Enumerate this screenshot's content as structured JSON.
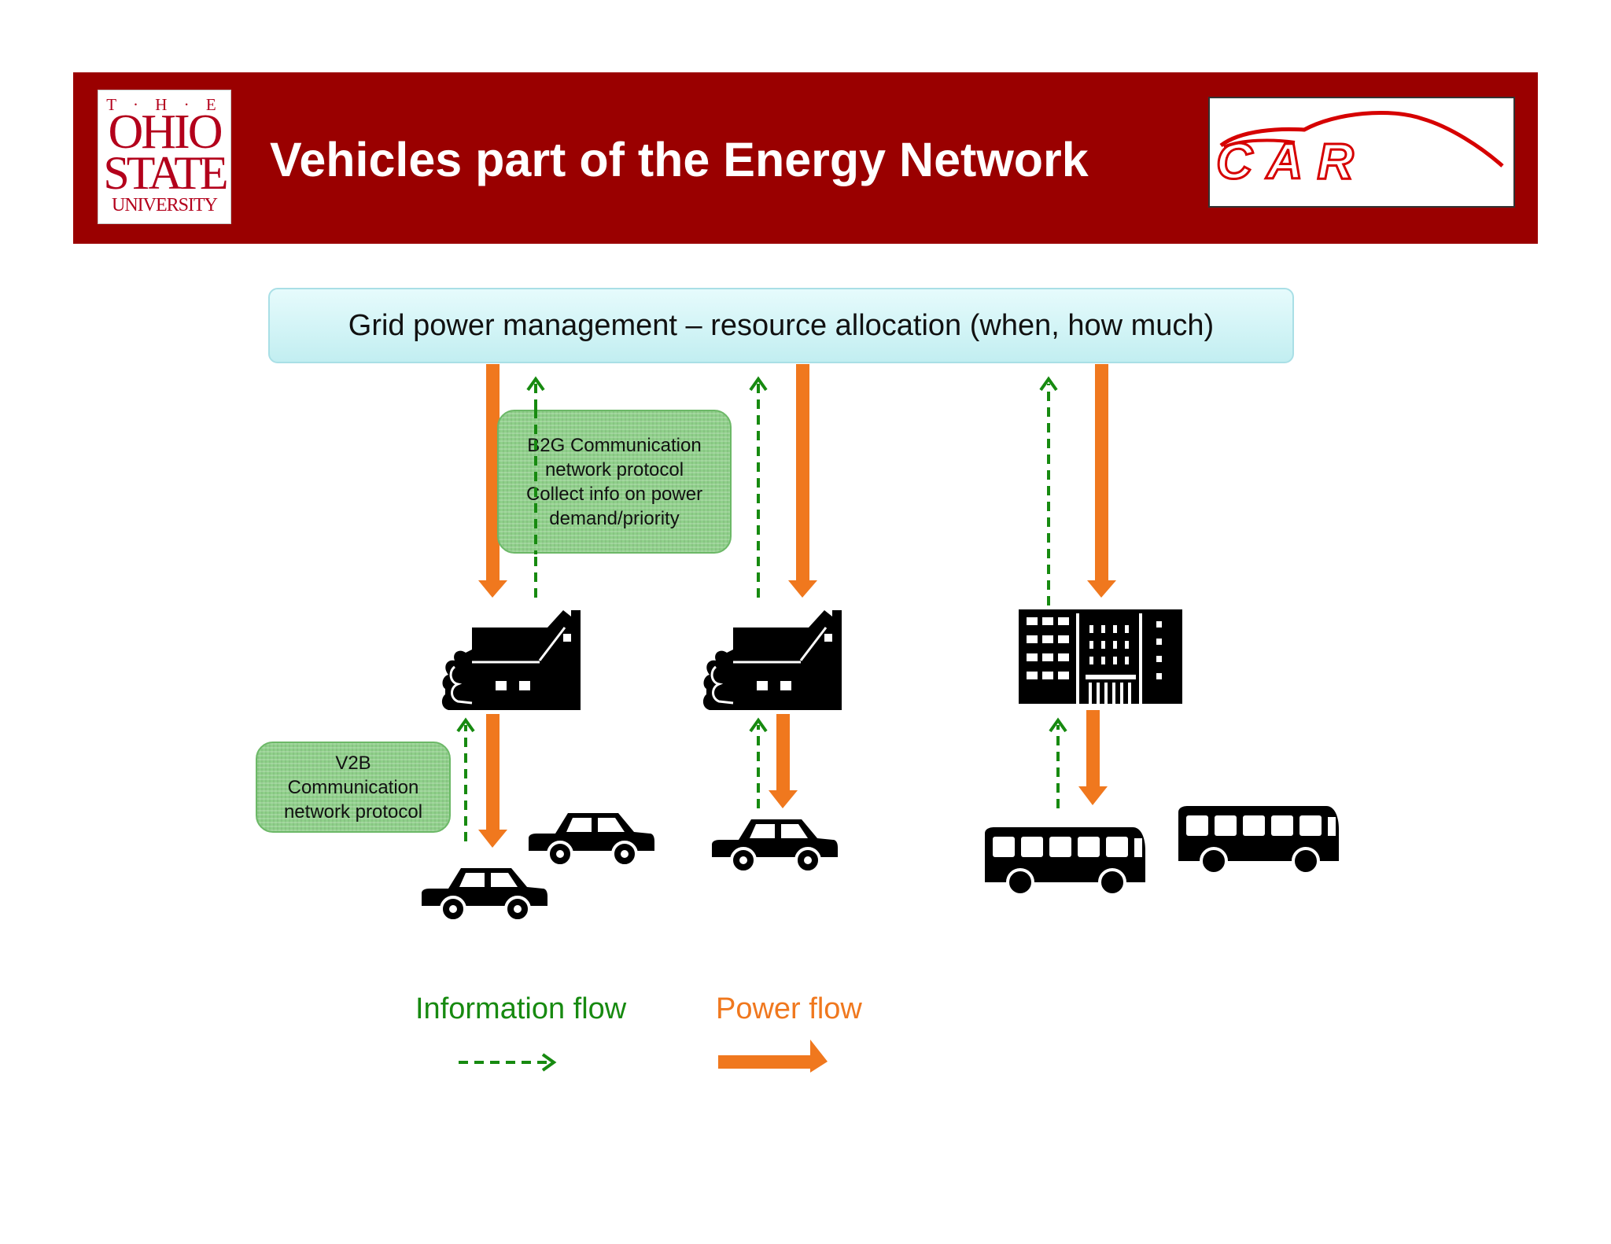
{
  "header": {
    "title": "Vehicles part of the Energy Network",
    "osu_logo": {
      "line1": "T · H · E",
      "line2": "OHIO",
      "line3": "STATE",
      "line4": "UNIVERSITY"
    },
    "car_logo": {
      "text": "CAR",
      "color": "#d60000"
    },
    "background_color": "#9a0000"
  },
  "grid_box": {
    "label": "Grid power management – resource allocation (when, how much)"
  },
  "notes": {
    "b2g": [
      "B2G Communication",
      "network protocol",
      "Collect info on power",
      "demand/priority"
    ],
    "v2b": [
      "V2B",
      "Communication",
      "network protocol"
    ]
  },
  "legend": {
    "information_flow": {
      "label": "Information flow",
      "color": "#178a10",
      "style": "dashed arrow"
    },
    "power_flow": {
      "label": "Power flow",
      "color": "#f0781e",
      "style": "solid arrow"
    }
  },
  "icons": [
    "house-icon",
    "house-icon",
    "office-building-icon",
    "car-icon",
    "car-icon",
    "car-icon",
    "bus-icon",
    "bus-icon"
  ]
}
